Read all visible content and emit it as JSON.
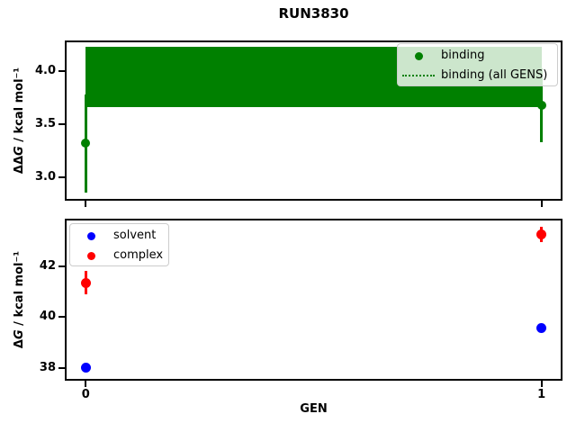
{
  "title": "RUN3830",
  "colors": {
    "binding": "#008000",
    "solvent": "#0000ff",
    "complex": "#ff0000",
    "axes": "#000000",
    "legend_border": "#cccccc",
    "background": "#ffffff"
  },
  "chart_data": [
    {
      "id": "binding-vs-gen",
      "type": "scatter",
      "title": "RUN3830",
      "ylabel": {
        "pre": "ΔΔ",
        "math": "G",
        "post": " / kcal mol⁻¹"
      },
      "xlabel": "",
      "xlim": [
        -0.046,
        1.046
      ],
      "ylim": [
        2.78,
        4.29
      ],
      "grid": false,
      "yticks": {
        "values": [
          4.0,
          3.5,
          3.0
        ],
        "labels": [
          "4.0",
          "3.5",
          "3.0"
        ]
      },
      "xticks": {
        "values": [
          0,
          1
        ],
        "labels": [
          "",
          ""
        ]
      },
      "legend_position": "upper right",
      "series": [
        {
          "name": "binding",
          "color": "#008000",
          "marker": "circle",
          "markersize": 10,
          "x": [
            0,
            1
          ],
          "y": [
            3.32,
            3.68
          ],
          "yerr": [
            0.46,
            0.35
          ]
        },
        {
          "name": "binding (all GENS)",
          "color": "#008000",
          "linestyle": "dotted",
          "band": {
            "x": [
              0,
              1
            ],
            "lo": 3.66,
            "hi": 4.23
          }
        }
      ]
    },
    {
      "id": "free-energy-vs-gen",
      "type": "scatter",
      "title": "",
      "ylabel": {
        "pre": "Δ",
        "math": "G",
        "post": " / kcal mol⁻¹"
      },
      "xlabel": "GEN",
      "xlim": [
        -0.046,
        1.046
      ],
      "ylim": [
        37.49,
        43.88
      ],
      "grid": false,
      "yticks": {
        "values": [
          42,
          40,
          38
        ],
        "labels": [
          "42",
          "40",
          "38"
        ]
      },
      "xticks": {
        "values": [
          0,
          1
        ],
        "labels": [
          "0",
          "1"
        ]
      },
      "legend_position": "upper left",
      "series": [
        {
          "name": "solvent",
          "color": "#0000ff",
          "marker": "circle",
          "markersize": 11,
          "x": [
            0,
            1
          ],
          "y": [
            38.02,
            39.55
          ],
          "yerr": [
            0.05,
            0.05
          ]
        },
        {
          "name": "complex",
          "color": "#ff0000",
          "marker": "circle",
          "markersize": 11,
          "x": [
            0,
            1
          ],
          "y": [
            41.35,
            43.25
          ],
          "yerr": [
            0.47,
            0.3
          ]
        }
      ]
    }
  ]
}
